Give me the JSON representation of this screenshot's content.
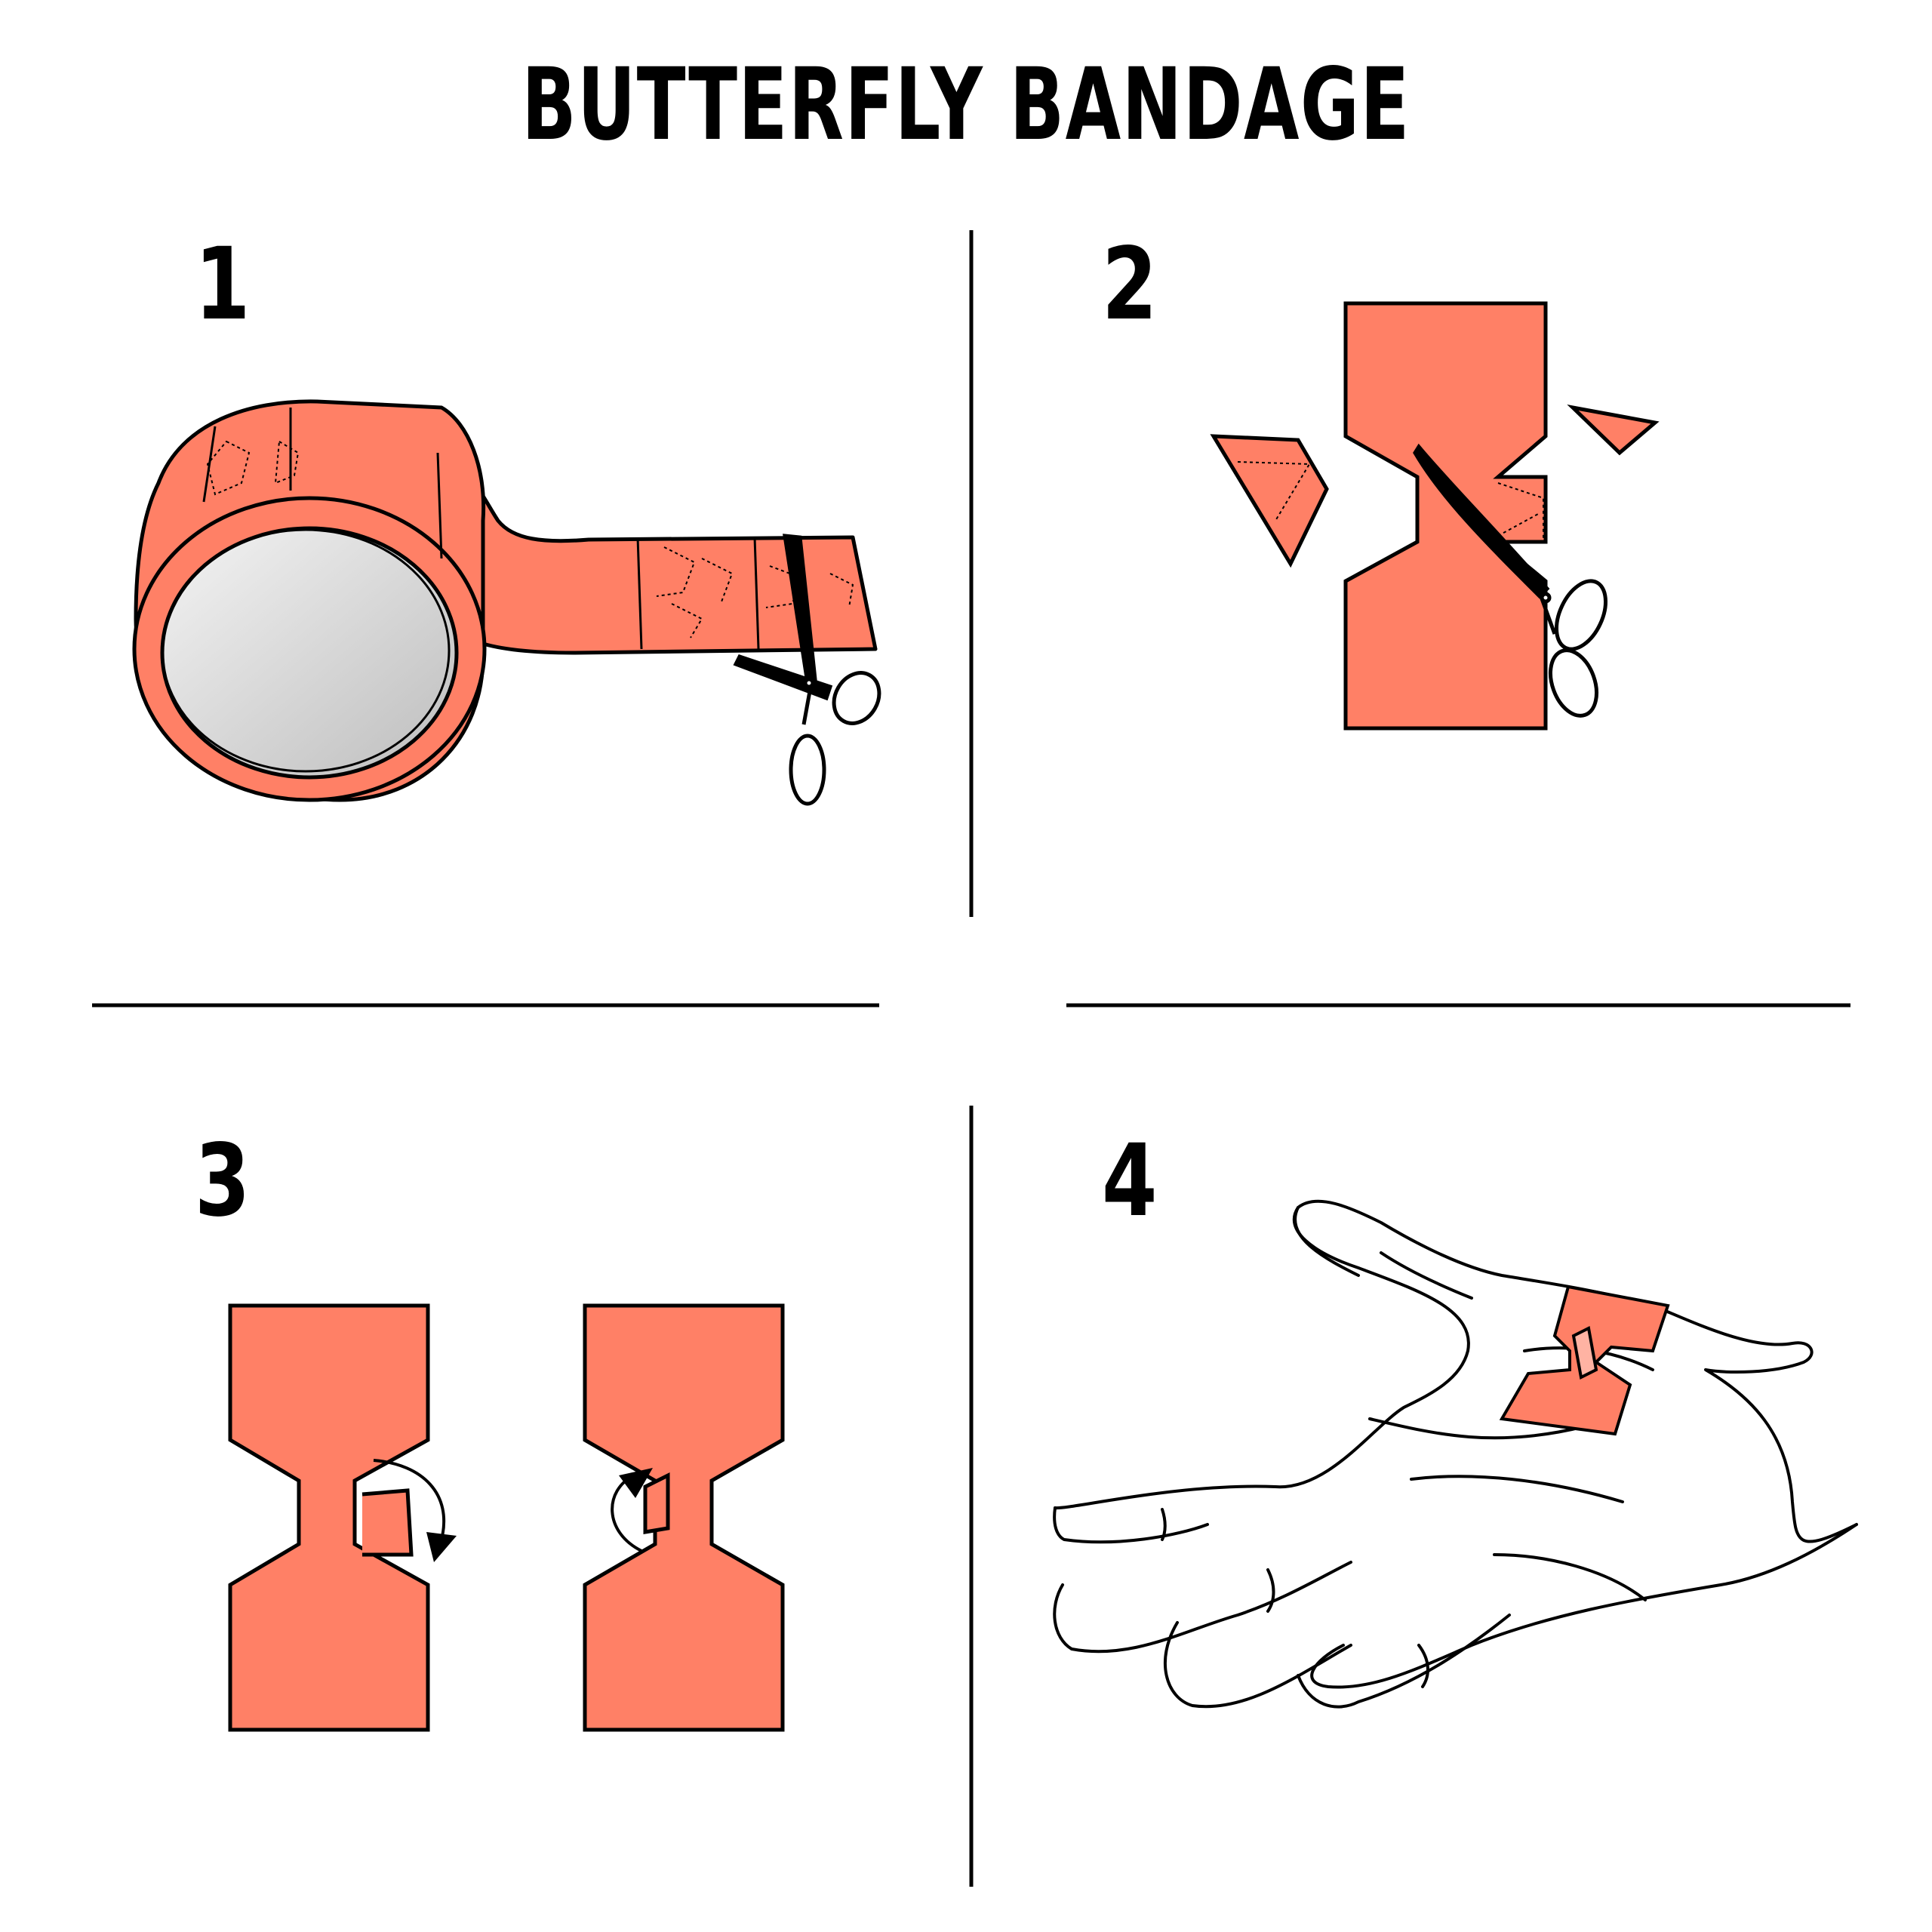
{
  "title": "BUTTERFLY BANDAGE",
  "steps": [
    {
      "number": "1"
    },
    {
      "number": "2"
    },
    {
      "number": "3"
    },
    {
      "number": "4"
    }
  ],
  "colors": {
    "bandage": "#FF8066",
    "outline": "#000000",
    "background": "#FFFFFF",
    "roll_core": "#D9D9D9"
  }
}
